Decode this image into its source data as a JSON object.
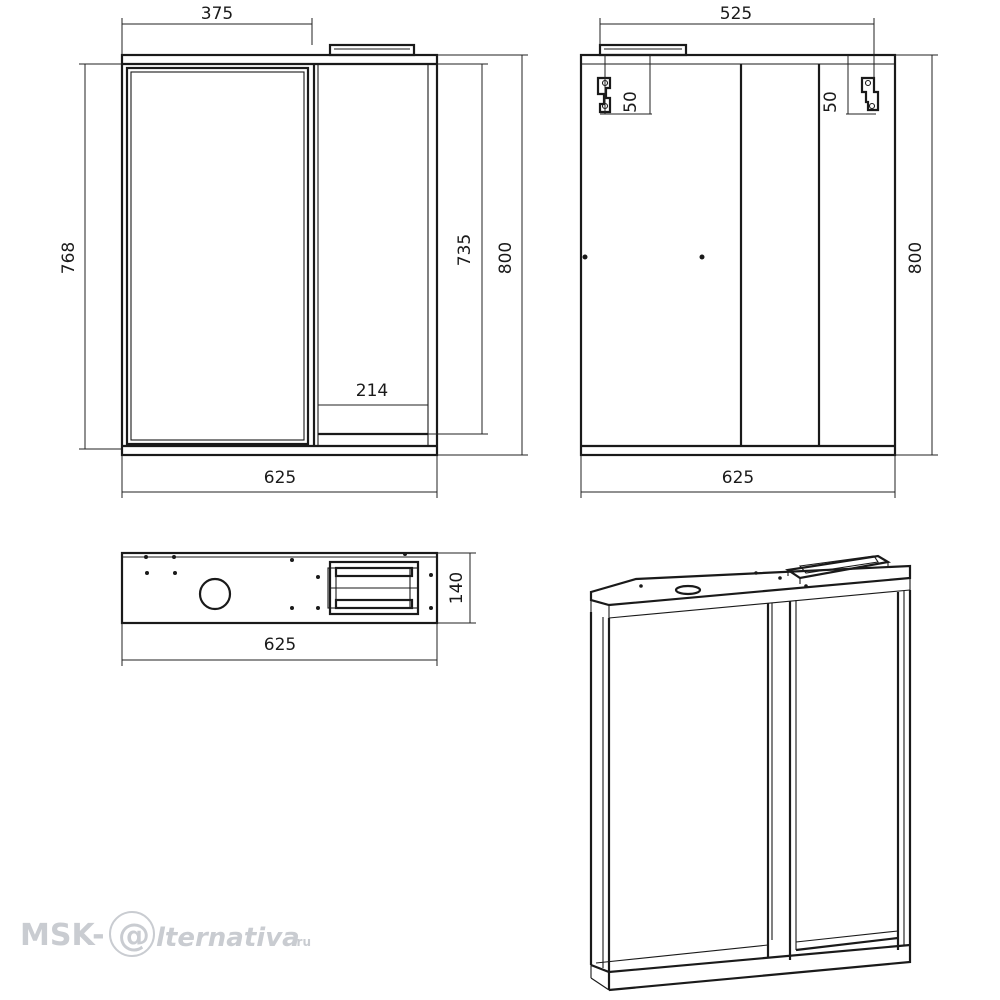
{
  "front_view": {
    "dim_top": "375",
    "dim_bottom": "625",
    "dim_left": "768",
    "dim_inner_height": "735",
    "dim_total_height": "800",
    "dim_shelf": "214"
  },
  "back_view": {
    "dim_top": "525",
    "dim_bottom": "625",
    "dim_hook_left": "50",
    "dim_hook_right": "50",
    "dim_height": "800"
  },
  "top_view": {
    "dim_width": "625",
    "dim_depth": "140"
  },
  "watermark": {
    "text_left": "MSK-",
    "text_logo": "@",
    "text_right": "lternativa",
    "text_suffix": ".ru"
  }
}
